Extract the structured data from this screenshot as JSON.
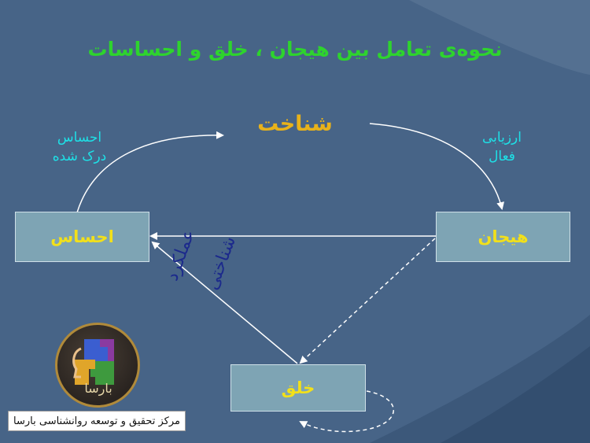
{
  "title": "نحوه‌ی تعامل بین هیجان ، خلق و احساسات",
  "cognition": "شناخت",
  "label_perceived": {
    "line1": "احساس",
    "line2": "درک شده"
  },
  "label_appraisal": {
    "line1": "ارزیابی",
    "line2": "فعال"
  },
  "boxes": {
    "feeling": "احساس",
    "emotion": "هیجان",
    "mood": "خلق"
  },
  "handwriting": {
    "line1": "عملکرد",
    "line2": "شناختی"
  },
  "logo_text": "بارسا",
  "caption": "مرکز تحقیق و توسعه روانشناسی بارسا",
  "colors": {
    "background": "#476487",
    "title": "#2ed32e",
    "cognition": "#e8b21a",
    "labels": "#1ee0e6",
    "box_fill": "#7ea4b4",
    "box_text": "#f2e01a",
    "arrows": "#ffffff"
  }
}
